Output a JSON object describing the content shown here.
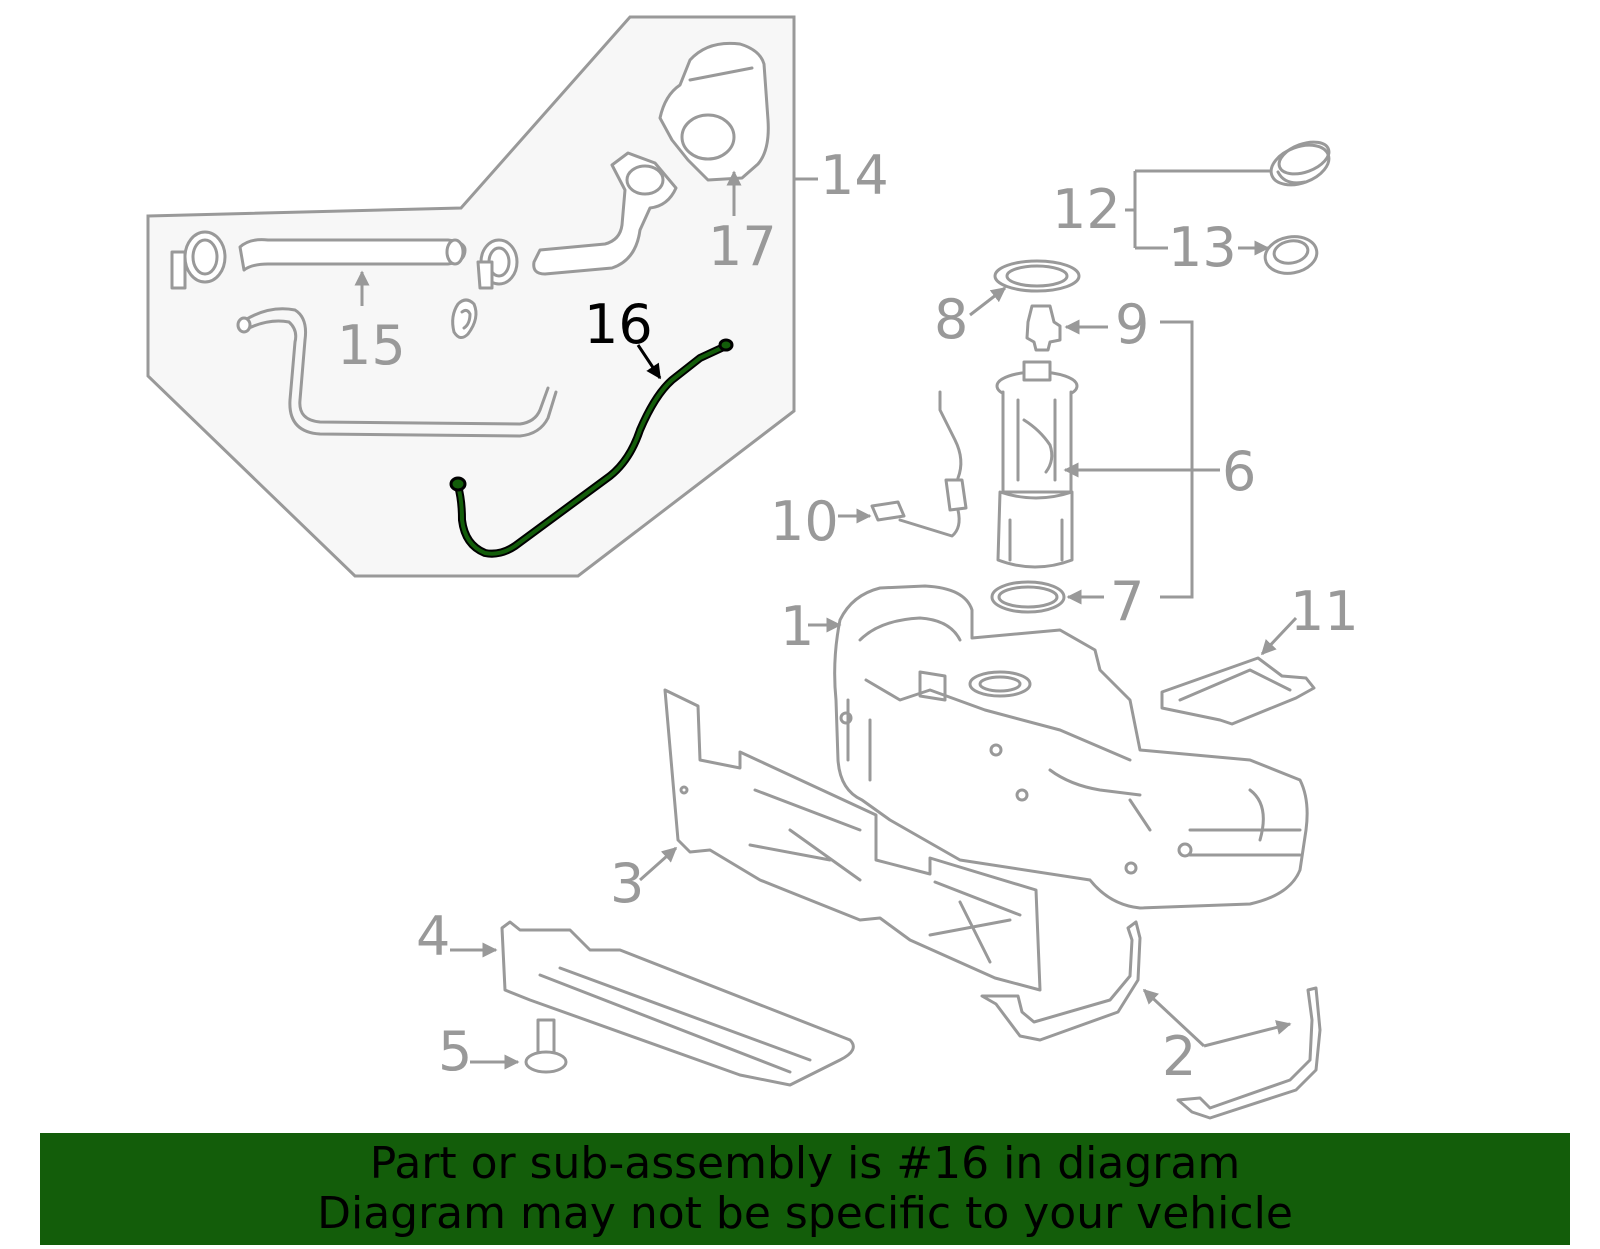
{
  "diagram": {
    "callouts": {
      "c1": "1",
      "c2": "2",
      "c3": "3",
      "c4": "4",
      "c5": "5",
      "c6": "6",
      "c7": "7",
      "c8": "8",
      "c9": "9",
      "c10": "10",
      "c11": "11",
      "c12": "12",
      "c13": "13",
      "c14": "14",
      "c15": "15",
      "c16": "16",
      "c17": "17"
    },
    "highlighted_part": "16",
    "colors": {
      "line": "#999999",
      "inset_fill": "#f7f7f7",
      "highlight_stroke": "#000000",
      "highlight_fill": "#135d0a",
      "banner_bg": "#135d0a",
      "banner_text": "#000000"
    }
  },
  "banner": {
    "line1": "Part or sub-assembly is #16 in diagram",
    "line2": "Diagram may not be specific to your vehicle"
  }
}
